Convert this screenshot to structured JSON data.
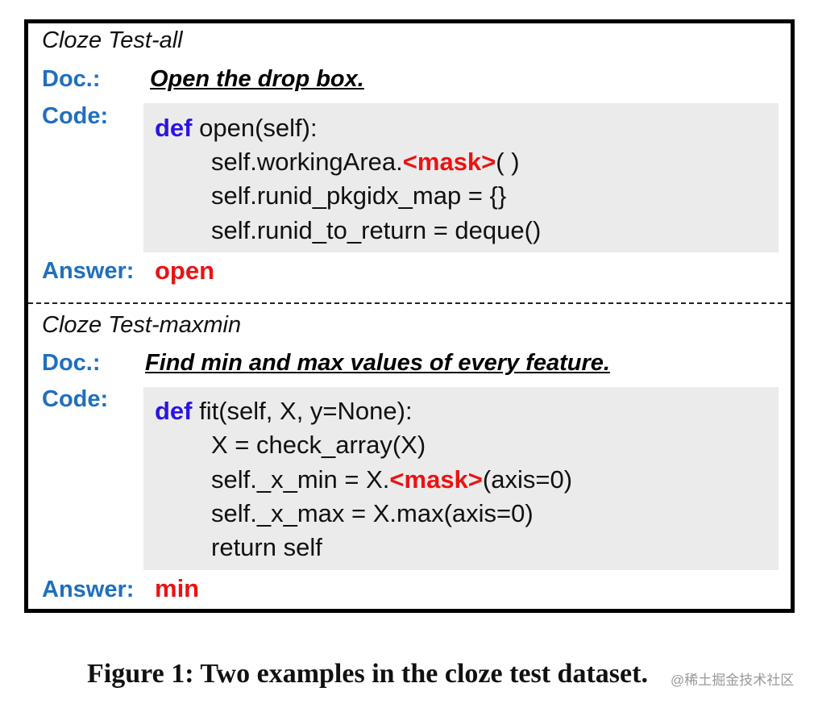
{
  "examples": [
    {
      "title": "Cloze Test-all",
      "doc_label": "Doc.:",
      "doc": "Open the drop box.",
      "code_label": "Code:",
      "code": [
        {
          "kw": "def",
          "text": " open(self):"
        },
        {
          "pre": "self.workingArea.",
          "mask": "<mask>",
          "post": "( )"
        },
        {
          "pre": "self.runid_pkgidx_map = {}"
        },
        {
          "pre": "self.runid_to_return = deque()"
        }
      ],
      "answer_label": "Answer:",
      "answer": "open"
    },
    {
      "title": "Cloze Test-maxmin",
      "doc_label": "Doc.:",
      "doc": "Find min and max values of every feature.",
      "code_label": "Code:",
      "code": [
        {
          "kw": "def",
          "text": " fit(self, X, y=None):"
        },
        {
          "pre": "X = check_array(X)"
        },
        {
          "pre": "self._x_min = X.",
          "mask": "<mask>",
          "post": "(axis=0)"
        },
        {
          "pre": "self._x_max = X.max(axis=0)"
        },
        {
          "pre": "return self"
        }
      ],
      "answer_label": "Answer:",
      "answer": "min"
    }
  ],
  "caption": "Figure 1: Two examples in the cloze test dataset.",
  "watermark": "@稀土掘金技术社区",
  "colors": {
    "label": "#1f6fbf",
    "keyword": "#2a14e8",
    "mask": "#ee1111",
    "code_bg": "#ebebeb"
  }
}
